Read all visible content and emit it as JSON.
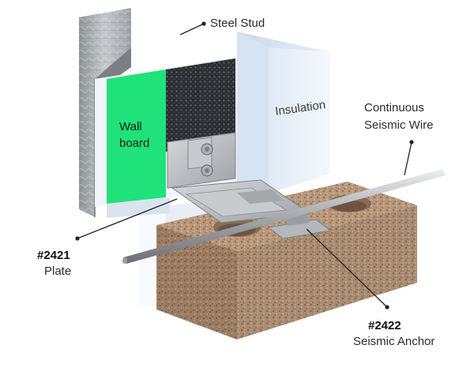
{
  "labels": {
    "steel_stud": "Steel Stud",
    "wall_board_line1": "Wall",
    "wall_board_line2": "board",
    "insulation": "Insulation",
    "wire_line1": "Continuous",
    "wire_line2": "Seismic Wire",
    "plate_number": "#2421",
    "plate_name": "Plate",
    "anchor_number": "#2422",
    "anchor_name": "Seismic Anchor"
  },
  "colors": {
    "wall_board": "#1fe27a",
    "insulation": "#eaf3fb",
    "brick": "#b8977a",
    "steel": "#b9bcc0",
    "leader": "#222222"
  }
}
